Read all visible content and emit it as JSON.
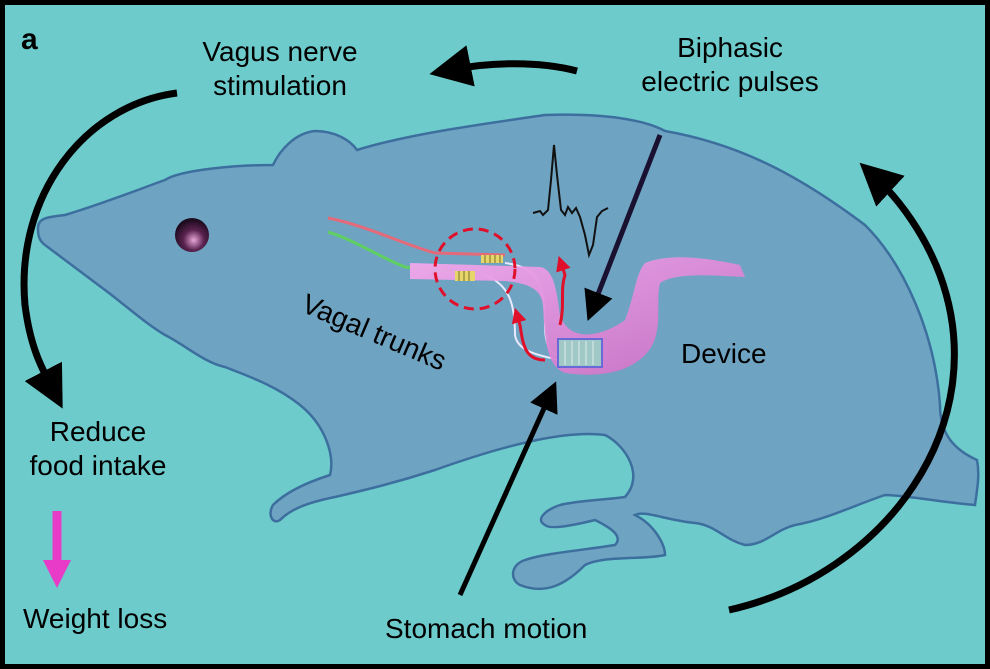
{
  "figure": {
    "panel_letter": "a",
    "labels": {
      "vagus_nerve_stimulation": [
        "Vagus nerve",
        "stimulation"
      ],
      "biphasic_pulses": [
        "Biphasic",
        "electric pulses"
      ],
      "vagal_trunks": "Vagal trunks",
      "device": "Device",
      "reduce_food_intake": [
        "Reduce",
        "food intake"
      ],
      "weight_loss": "Weight loss",
      "stomach_motion": "Stomach motion"
    },
    "colors": {
      "background": "#6ecbcc",
      "rat_body": "#6fa3c2",
      "rat_outline": "#3d6f9e",
      "stomach": "#e58ee0",
      "signal_arrows": "#e0102a",
      "weight_loss_arrow": "#e83cc8",
      "cycle_arrows": "#000000"
    }
  }
}
